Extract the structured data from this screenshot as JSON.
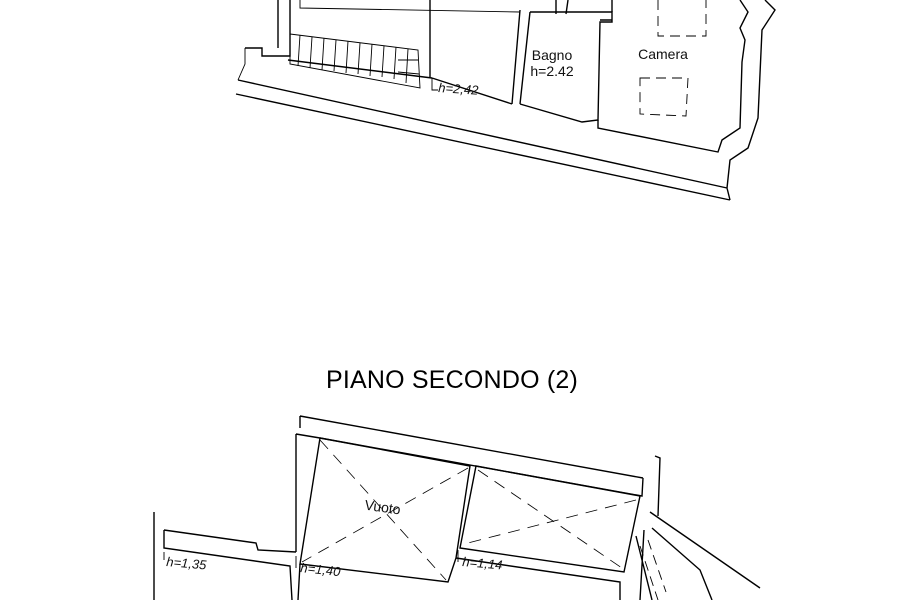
{
  "floor_title": "PIANO SECONDO (2)",
  "upper_floor": {
    "rooms": [
      {
        "name": "Bagno",
        "height": "h=2.42"
      },
      {
        "name": "Camera"
      }
    ],
    "stair_height": "h=2,42"
  },
  "second_floor": {
    "rooms": [
      {
        "name": "Vuoto"
      }
    ],
    "heights": [
      "h=1,35",
      "h=1,40",
      "h=1,14"
    ]
  }
}
